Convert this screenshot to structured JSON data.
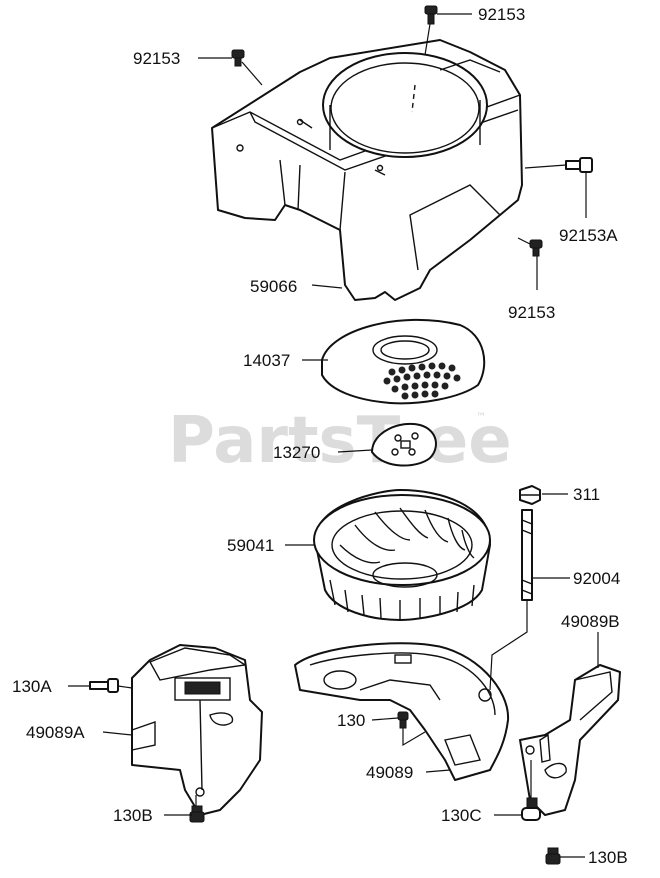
{
  "watermark": {
    "text": "PartsTree",
    "trademark": "™"
  },
  "callouts": [
    {
      "id": "92153-top",
      "label": "92153"
    },
    {
      "id": "92153-left",
      "label": "92153"
    },
    {
      "id": "92153A",
      "label": "92153A"
    },
    {
      "id": "92153-right",
      "label": "92153"
    },
    {
      "id": "59066",
      "label": "59066"
    },
    {
      "id": "14037",
      "label": "14037"
    },
    {
      "id": "13270",
      "label": "13270"
    },
    {
      "id": "311",
      "label": "311"
    },
    {
      "id": "59041",
      "label": "59041"
    },
    {
      "id": "92004",
      "label": "92004"
    },
    {
      "id": "49089B",
      "label": "49089B"
    },
    {
      "id": "130A",
      "label": "130A"
    },
    {
      "id": "49089A",
      "label": "49089A"
    },
    {
      "id": "130",
      "label": "130"
    },
    {
      "id": "49089",
      "label": "49089"
    },
    {
      "id": "130B-left",
      "label": "130B"
    },
    {
      "id": "130C",
      "label": "130C"
    },
    {
      "id": "130B-right",
      "label": "130B"
    }
  ]
}
